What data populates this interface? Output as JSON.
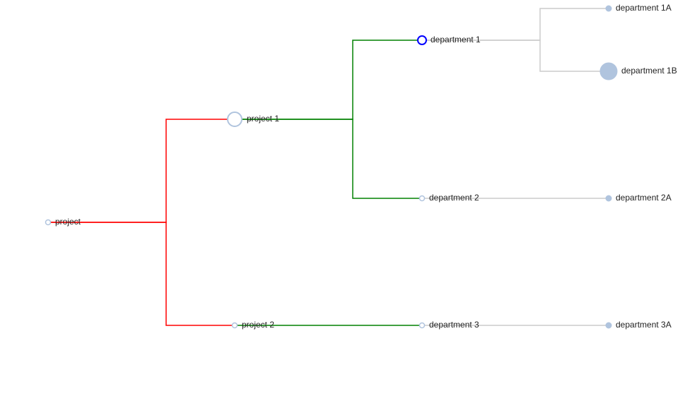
{
  "colors": {
    "level1_link": "#ff0000",
    "level2_link": "#008000",
    "level3_link": "#cccccc",
    "node_stroke": "#b0c4de",
    "node_fill_leaf": "#b0c4de",
    "node_fill_open": "#ffffff",
    "node_selected_stroke": "#0000ff"
  },
  "tree": {
    "root": {
      "label": "project"
    },
    "projects": [
      {
        "label": "project 1"
      },
      {
        "label": "project 2"
      }
    ],
    "departments": [
      {
        "label": "department 1",
        "parent": "project 1",
        "selected": true
      },
      {
        "label": "department 2",
        "parent": "project 1"
      },
      {
        "label": "department 3",
        "parent": "project 2"
      }
    ],
    "leaves": [
      {
        "label": "department 1A",
        "parent": "department 1"
      },
      {
        "label": "department 1B",
        "parent": "department 1"
      },
      {
        "label": "department 2A",
        "parent": "department 2"
      },
      {
        "label": "department 3A",
        "parent": "department 3"
      }
    ]
  }
}
